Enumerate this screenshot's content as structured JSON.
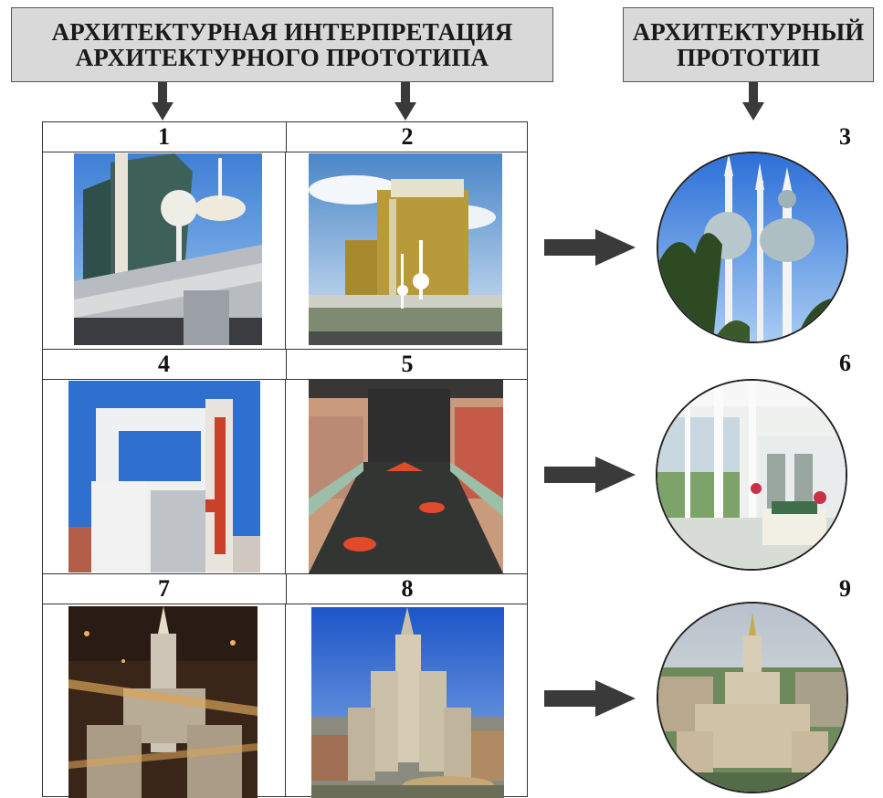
{
  "header_left": {
    "line1": "АРХИТЕКТУРНАЯ ИНТЕРПРЕТАЦИЯ",
    "line2": "АРХИТЕКТУРНОГО ПРОТОТИПА"
  },
  "header_right": {
    "line1": "АРХИТЕКТУРНЫЙ",
    "line2": "ПРОТОТИП"
  },
  "grid": {
    "rows": [
      {
        "left_num": "1",
        "right_num": "2",
        "prototype_num": "3"
      },
      {
        "left_num": "4",
        "right_num": "5",
        "prototype_num": "6"
      },
      {
        "left_num": "7",
        "right_num": "8",
        "prototype_num": "9"
      }
    ]
  },
  "colors": {
    "header_bg": "#d9d9d9",
    "arrow": "#3a3a3a",
    "border": "#333333"
  },
  "icons": {
    "down": "arrow-down-icon",
    "right": "arrow-right-icon"
  }
}
